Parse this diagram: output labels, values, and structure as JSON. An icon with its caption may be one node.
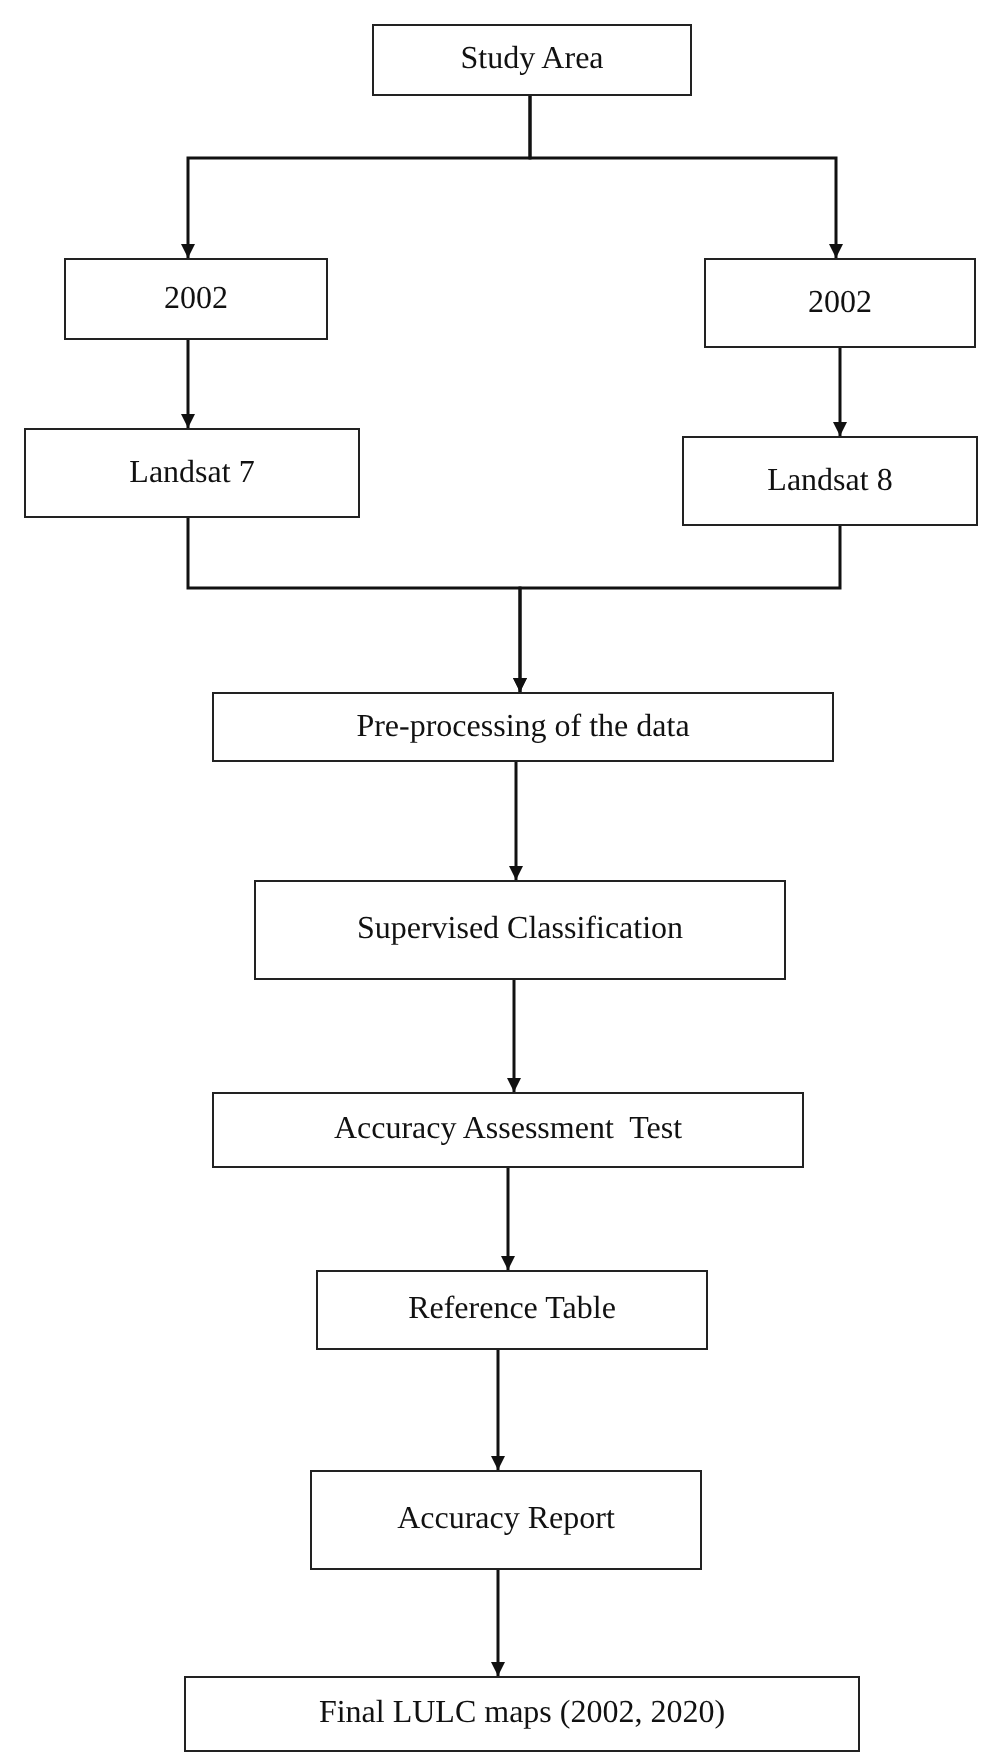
{
  "diagram": {
    "nodes": [
      {
        "text": [
          "Study Area"
        ]
      },
      {
        "text": [
          "2002"
        ]
      },
      {
        "text": [
          "2002"
        ]
      },
      {
        "text": [
          "Landsat 7"
        ]
      },
      {
        "text": [
          "Landsat 8"
        ]
      },
      {
        "text": [
          "Pre-processing of the data"
        ]
      },
      {
        "text": [
          "Supervised Classification"
        ]
      },
      {
        "text": [
          "Accuracy Assessment  Test"
        ]
      },
      {
        "text": [
          "Reference Table"
        ]
      },
      {
        "text": [
          "Accuracy Report"
        ]
      },
      {
        "text": [
          "Final LULC maps (2002, 2020)"
        ]
      }
    ],
    "edges": [
      {
        "from": 0,
        "to": 1,
        "arrow": "to"
      },
      {
        "from": 0,
        "to": 2,
        "arrow": "to"
      },
      {
        "from": 1,
        "to": 3,
        "arrow": "to"
      },
      {
        "from": 2,
        "to": 4,
        "arrow": "to"
      },
      {
        "from": 3,
        "to": 5,
        "arrow": "to"
      },
      {
        "from": 4,
        "to": 5,
        "arrow": "to"
      },
      {
        "from": 5,
        "to": 6,
        "arrow": "to"
      },
      {
        "from": 6,
        "to": 7,
        "arrow": "to"
      },
      {
        "from": 7,
        "to": 8,
        "arrow": "to"
      },
      {
        "from": 8,
        "to": 9,
        "arrow": "to"
      },
      {
        "from": 9,
        "to": 10,
        "arrow": "to"
      }
    ]
  }
}
